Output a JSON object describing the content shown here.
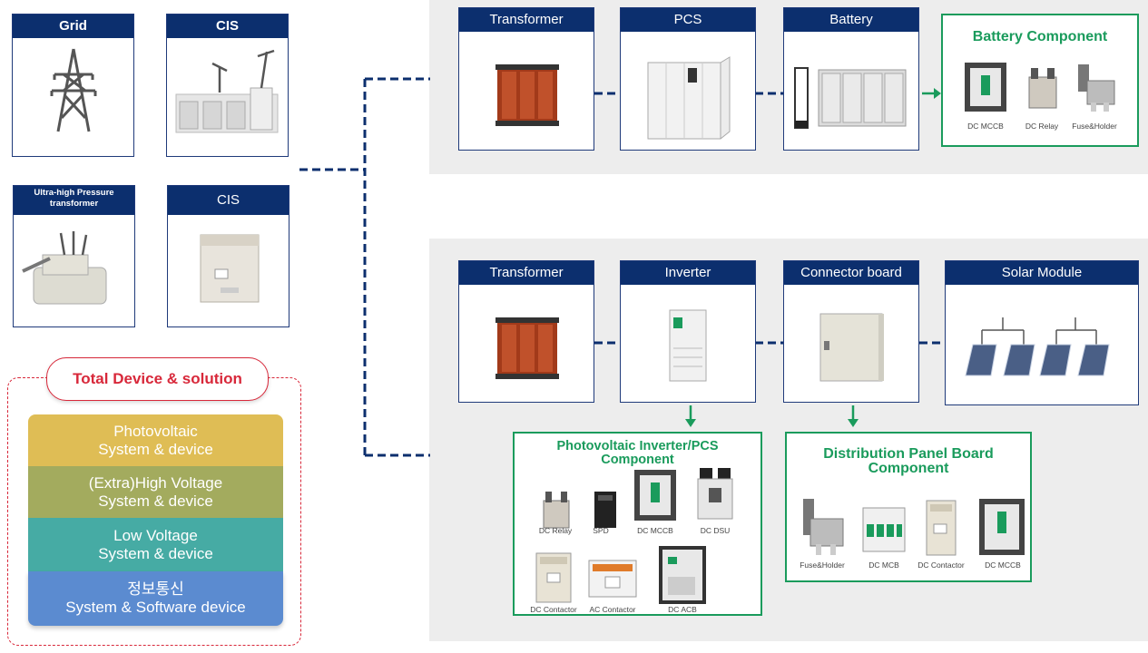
{
  "left_cards": {
    "grid": "Grid",
    "cis_top": "CIS",
    "uhp_transformer": "Ultra-high Pressure transformer",
    "cis_bottom": "CIS"
  },
  "ess_row": {
    "transformer": "Transformer",
    "pcs": "PCS",
    "battery": "Battery",
    "battery_component": {
      "title": "Battery Component",
      "items": [
        "DC MCCB",
        "DC Relay",
        "Fuse&Holder"
      ]
    }
  },
  "pv_row": {
    "transformer": "Transformer",
    "inverter": "Inverter",
    "connector_board": "Connector board",
    "solar_module": "Solar Module"
  },
  "pv_inverter_component": {
    "title_line1": "Photovoltaic Inverter/PCS",
    "title_line2": "Component",
    "items": [
      "DC Relay",
      "SPD",
      "DC MCCB",
      "DC DSU",
      "DC Contactor",
      "AC Contactor",
      "DC ACB"
    ]
  },
  "distribution_component": {
    "title_line1": "Distribution Panel Board",
    "title_line2": "Component",
    "items": [
      "Fuse&Holder",
      "DC MCB",
      "DC Contactor",
      "DC MCCB"
    ]
  },
  "total_solution": {
    "title": "Total Device & solution",
    "layers": [
      {
        "line1": "Photovoltaic",
        "line2": "System & device",
        "color": "#dfbd55"
      },
      {
        "line1": "(Extra)High Voltage",
        "line2": "System & device",
        "color": "#a3ab5e"
      },
      {
        "line1": "Low Voltage",
        "line2": "System & device",
        "color": "#46aba4"
      },
      {
        "line1": "정보통신",
        "line2": "System & Software device",
        "color": "#5b8bd0"
      }
    ]
  },
  "colors": {
    "header_navy": "#0c2f6e",
    "component_green": "#1a9b5c",
    "connector_dash": "#0c2f6e",
    "total_title_red": "#d8283a"
  }
}
